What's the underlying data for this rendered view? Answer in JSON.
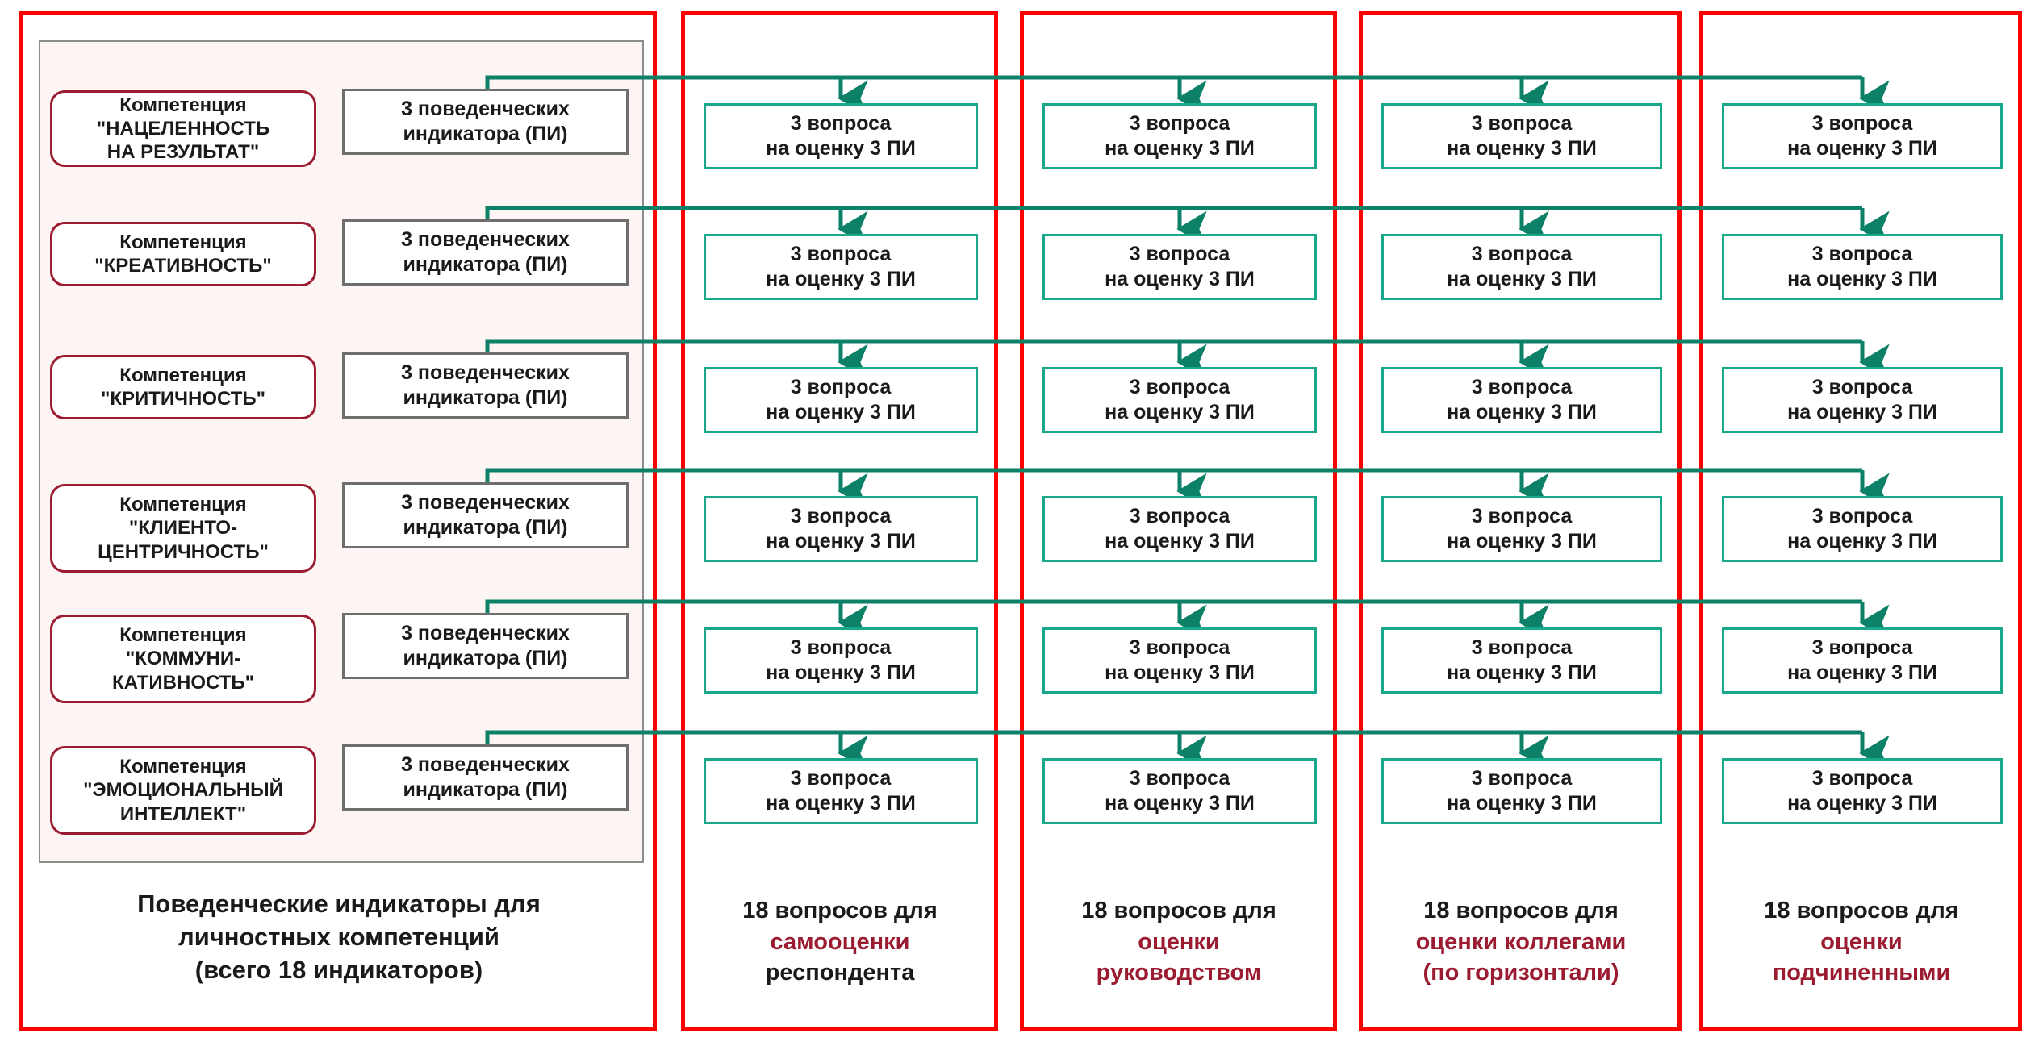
{
  "diagram": {
    "title_visible": false,
    "colors": {
      "panel_border": "#ff0000",
      "competency_border": "#9b1b30",
      "indicator_border": "#6e6e6e",
      "question_border": "#1aa88b",
      "connector": "#0d8068",
      "pink_fill": "#fdf4f4",
      "highlight_text": "#9b1b30",
      "body_text": "#1a1a1a"
    }
  },
  "competencies": [
    {
      "prefix": "Компетенция",
      "name": "\"НАЦЕЛЕННОСТЬ\nНА РЕЗУЛЬТАТ\""
    },
    {
      "prefix": "Компетенция",
      "name": "\"КРЕАТИВНОСТЬ\""
    },
    {
      "prefix": "Компетенция",
      "name": "\"КРИТИЧНОСТЬ\""
    },
    {
      "prefix": "Компетенция",
      "name": "\"КЛИЕНТО-\nЦЕНТРИЧНОСТЬ\""
    },
    {
      "prefix": "Компетенция",
      "name": "\"КОММУНИ-\nКАТИВНОСТЬ\""
    },
    {
      "prefix": "Компетенция",
      "name": "\"ЭМОЦИОНАЛЬНЫЙ\nИНТЕЛЛЕКТ\""
    }
  ],
  "indicator_box": {
    "line1": "3 поведенческих",
    "line2": "индикатора (ПИ)"
  },
  "question_box": {
    "line1": "3 вопроса",
    "line2": "на оценку 3 ПИ"
  },
  "columns": [
    {
      "id": "behavioral-indicators",
      "caption_line1": "Поведенческие индикаторы для",
      "caption_line2": "личностных компетенций",
      "caption_line3": "(всего 18 индикаторов)",
      "caption_highlight": ""
    },
    {
      "id": "self-assessment",
      "caption_line1": "18 вопросов для",
      "caption_line2": "самооценки",
      "caption_line3": "респондента",
      "caption_highlight": "line2"
    },
    {
      "id": "management-assessment",
      "caption_line1": "18 вопросов для",
      "caption_line2": "оценки",
      "caption_line3": "руководством",
      "caption_highlight": "line2+line3"
    },
    {
      "id": "peer-assessment",
      "caption_line1": "18 вопросов для",
      "caption_line2": "оценки коллегами",
      "caption_line3": "(по горизонтали)",
      "caption_highlight": "line2+line3"
    },
    {
      "id": "subordinate-assessment",
      "caption_line1": "18 вопросов для",
      "caption_line2": "оценки",
      "caption_line3": "подчиненными",
      "caption_highlight": "line2+line3"
    }
  ],
  "counts": {
    "competencies": 6,
    "indicators_per_competency": 3,
    "total_indicators": 18,
    "questions_per_group": 3,
    "questions_per_column": 18,
    "assessment_columns": 4
  }
}
